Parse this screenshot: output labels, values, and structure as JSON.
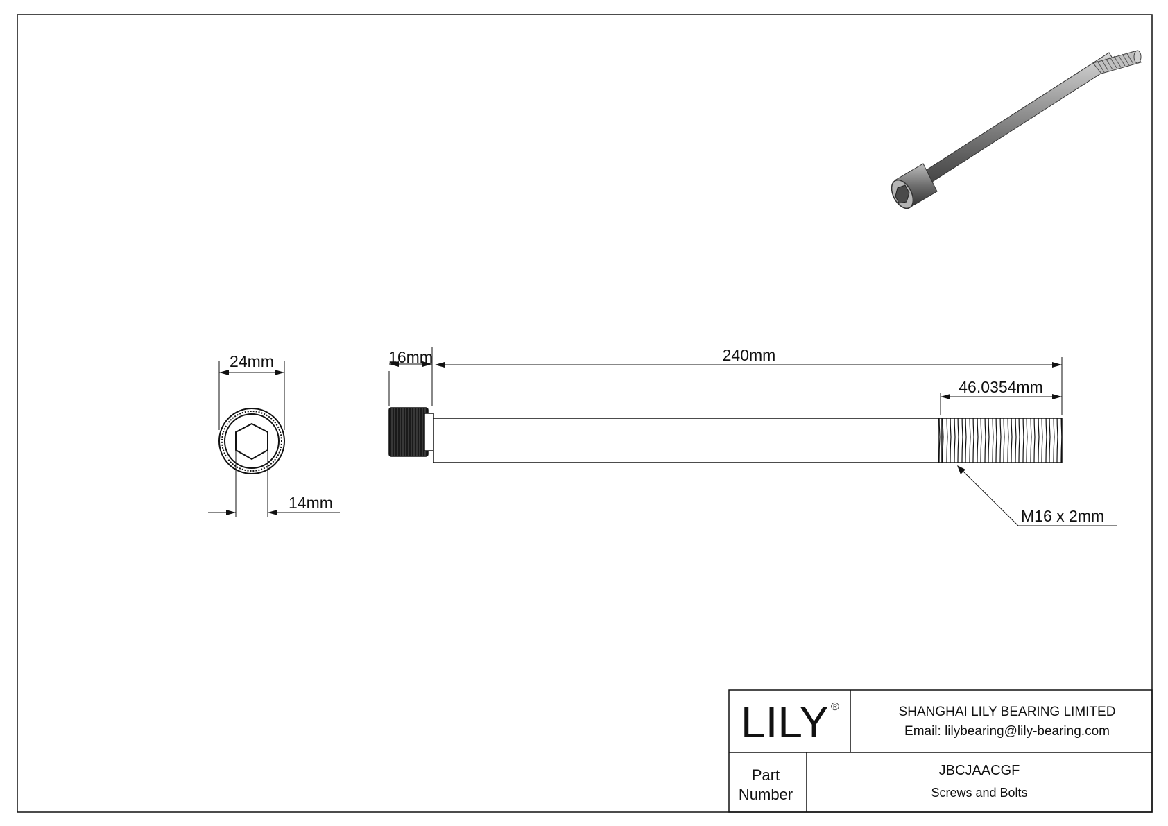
{
  "dimensions": {
    "head_diameter": "24mm",
    "socket_size": "14mm",
    "head_height": "16mm",
    "length": "240mm",
    "thread_length": "46.0354mm",
    "thread_spec": "M16 x 2mm"
  },
  "title_block": {
    "logo": "LILY",
    "logo_mark": "®",
    "company": "SHANGHAI LILY BEARING LIMITED",
    "email": "Email: lilybearing@lily-bearing.com",
    "part_label_line1": "Part",
    "part_label_line2": "Number",
    "part_number": "JBCJAACGF",
    "category": "Screws and Bolts"
  }
}
